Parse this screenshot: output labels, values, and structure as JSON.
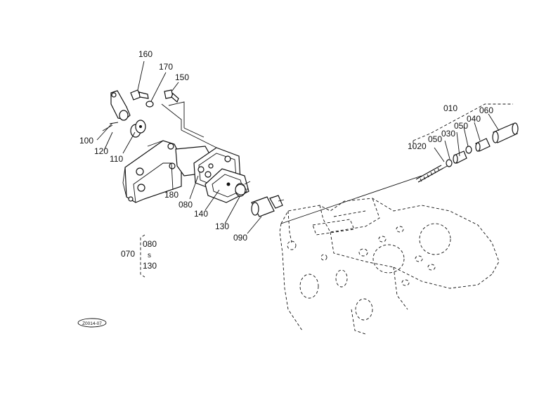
{
  "diagram": {
    "callouts": {
      "c160": "160",
      "c170": "170",
      "c150": "150",
      "c100": "100",
      "c120": "120",
      "c110": "110",
      "c180": "180",
      "c080": "080",
      "c140": "140",
      "c130": "130",
      "c090": "090",
      "c010": "010",
      "c060": "060",
      "c040": "040",
      "c050a": "050",
      "c030": "030",
      "c050b": "050",
      "c020": "1020"
    },
    "group_note": {
      "prefix": "070",
      "top": "080",
      "sep": "s",
      "bottom": "130"
    },
    "stamp_code": "Z0014-07"
  }
}
